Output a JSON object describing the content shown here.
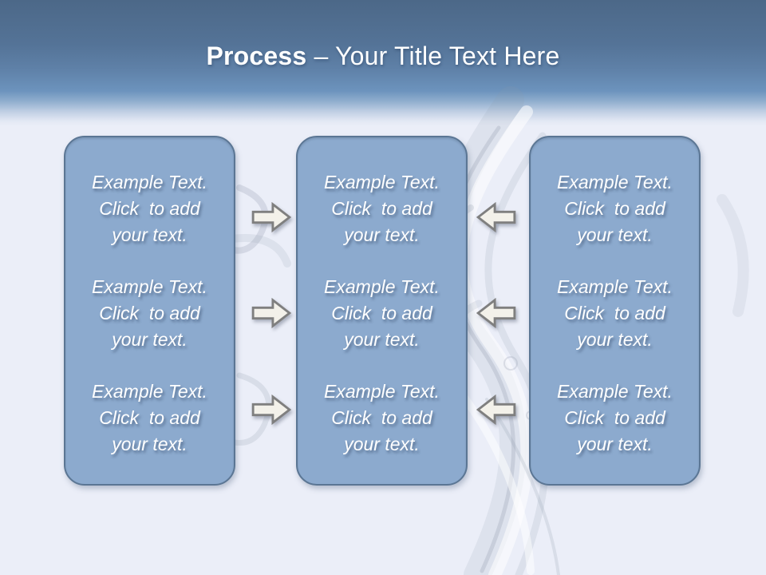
{
  "slide": {
    "title": {
      "bold": "Process",
      "rest": " – Your Title Text Here"
    }
  },
  "columns": [
    {
      "name": "left-column",
      "paragraphs": [
        "Example Text.\nClick  to add\nyour text.",
        "Example Text.\nClick  to add\nyour text.",
        "Example Text.\nClick  to add\nyour text."
      ]
    },
    {
      "name": "middle-column",
      "paragraphs": [
        "Example Text.\nClick  to add\nyour text.",
        "Example Text.\nClick  to add\nyour text.",
        "Example Text.\nClick  to add\nyour text."
      ]
    },
    {
      "name": "right-column",
      "paragraphs": [
        "Example Text.\nClick  to add\nyour text.",
        "Example Text.\nClick  to add\nyour text.",
        "Example Text.\nClick  to add\nyour text."
      ]
    }
  ],
  "arrows": {
    "between_left_and_middle_direction": "right",
    "between_middle_and_right_direction": "left",
    "count_per_column": 3
  },
  "colors": {
    "header_gradient_top": "#4c6888",
    "header_gradient_mid": "#6c93bd",
    "body_background": "#ebeef8",
    "box_fill": "#8caace",
    "box_border": "#5b7694",
    "arrow_fill": "#f3f1ea",
    "arrow_border": "#7f7f7f",
    "text_color": "#ffffff"
  }
}
